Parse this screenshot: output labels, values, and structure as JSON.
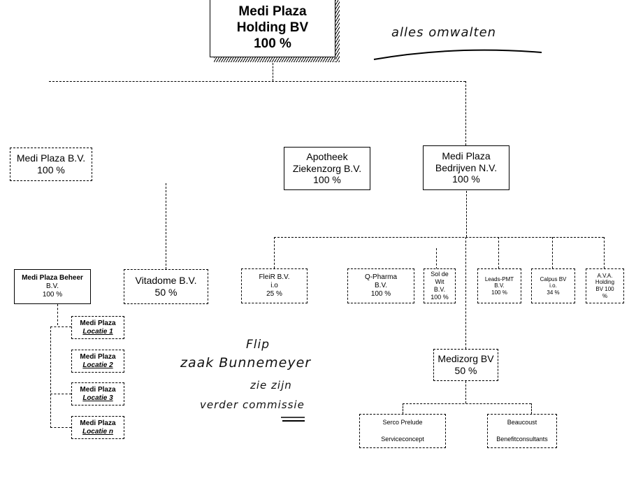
{
  "document": {
    "top": {
      "name": "Medi Plaza",
      "name2": "Holding BV",
      "pct": "100 %"
    },
    "handwritten": {
      "top_note": "alles omwalten",
      "middle_note": [
        "Flip",
        "zaak Bunnemeyer",
        "zie zijn",
        "verder commissie"
      ]
    },
    "tier2": {
      "medi_plaza_bv": {
        "name": "Medi Plaza  B.V.",
        "pct": "100 %"
      },
      "apotheek": {
        "name": "Apotheek",
        "name2": "Ziekenzorg B.V.",
        "pct": "100 %"
      },
      "bedrijven": {
        "name": "Medi Plaza",
        "name2": "Bedrijven N.V.",
        "pct": "100 %"
      }
    },
    "tier3": {
      "beheer": {
        "name": "Medi Plaza Beheer",
        "name2": "B.V.",
        "pct": "100 %"
      },
      "vitadome": {
        "name": "Vitadome B.V.",
        "pct": "50 %"
      },
      "fleir": {
        "name": "FleiR B.V.",
        "name2": "i.o",
        "pct": "25 %"
      },
      "qpharma": {
        "name": "Q-Pharma",
        "name2": "B.V.",
        "pct": "100 %"
      },
      "snel": {
        "name": "Sol de",
        "name2": "Wit",
        "name3": "B.V.",
        "pct": "100 %"
      },
      "leads": {
        "name": "Leads-PMT",
        "name2": "B.V.",
        "pct": "100 %"
      },
      "calpus": {
        "name": "Calpus BV",
        "name2": "i.o.",
        "pct": "34 %"
      },
      "ava": {
        "name": "A.V.A.",
        "name2": "Holding",
        "name3": "BV 100",
        "pct": "%"
      }
    },
    "locations": [
      {
        "name": "Medi Plaza",
        "loc": "Locatie 1"
      },
      {
        "name": "Medi Plaza",
        "loc": "Locatie 2"
      },
      {
        "name": "Medi Plaza",
        "loc": "Locatie 3"
      },
      {
        "name": "Medi Plaza",
        "loc": "Locatie n"
      }
    ],
    "medizorg": {
      "name": "Medizorg BV",
      "pct": "50 %"
    },
    "tier4": {
      "serco": {
        "name": "Serco Prelude",
        "name2": "Serviceconcept"
      },
      "beaucoup": {
        "name": "Beaucoust",
        "name2": "Benefitconsultants"
      }
    }
  }
}
